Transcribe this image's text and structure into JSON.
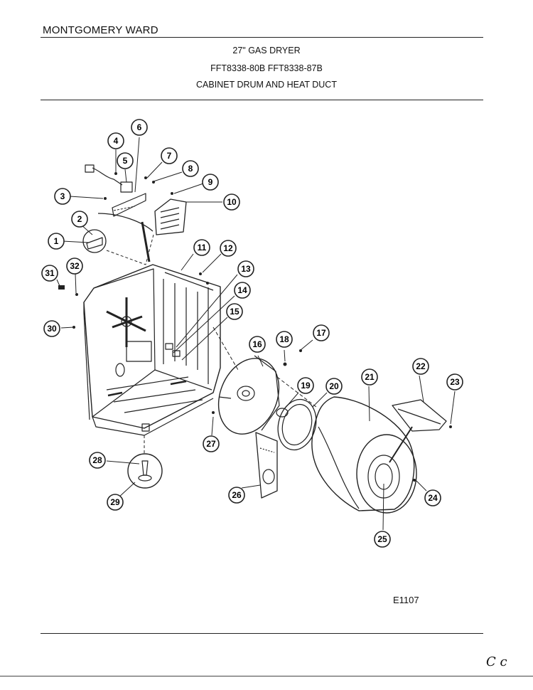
{
  "header": {
    "brand": "MONTGOMERY WARD",
    "title": "27\" GAS DRYER",
    "models": "FFT8338-80B  FFT8338-87B",
    "section": "CABINET DRUM AND HEAT DUCT"
  },
  "figure_code": "E1107",
  "corner_mark": "C c",
  "callouts": [
    "1",
    "2",
    "3",
    "4",
    "5",
    "6",
    "7",
    "8",
    "9",
    "10",
    "11",
    "12",
    "13",
    "14",
    "15",
    "16",
    "17",
    "18",
    "19",
    "20",
    "21",
    "22",
    "23",
    "24",
    "25",
    "26",
    "27",
    "28",
    "29",
    "30",
    "31",
    "32"
  ]
}
